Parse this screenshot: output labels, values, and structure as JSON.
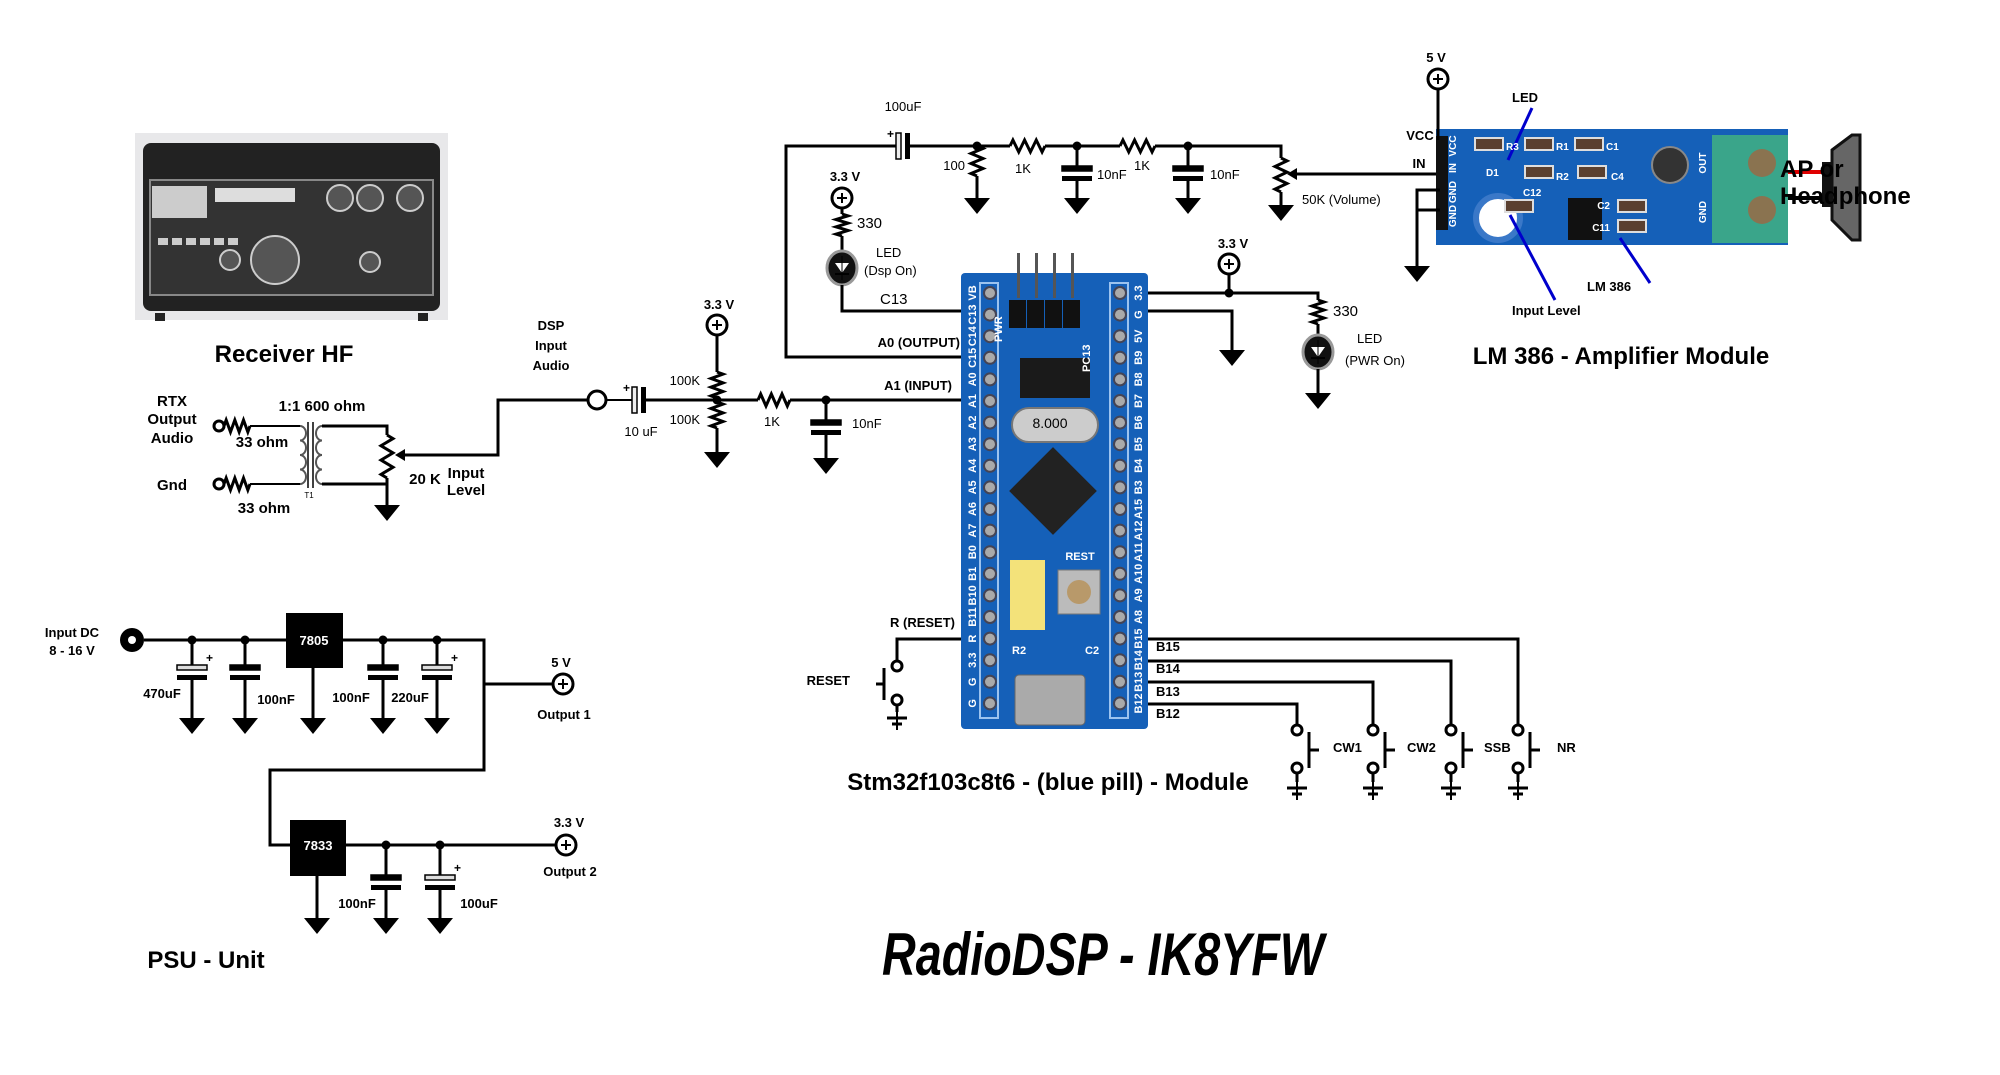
{
  "title": "RadioDSP  -  IK8YFW",
  "receiver": {
    "title": "Receiver HF",
    "rtx_label": [
      "RTX",
      "Output",
      "Audio"
    ],
    "gnd_label": "Gnd",
    "transformer": "1:1 600 ohm",
    "transformer_ref": "T1",
    "res_top": "33 ohm",
    "res_bottom": "33 ohm",
    "pot": "20 K",
    "pot_label": [
      "Input",
      "Level"
    ]
  },
  "input_stage": {
    "dsp_label": [
      "DSP",
      "Input",
      "Audio"
    ],
    "cap": "10 uF",
    "supply": "3.3 V",
    "r_top": "100K",
    "r_bottom": "100K",
    "r_series": "1K",
    "cap_filter": "10nF",
    "a1_label": "A1 (INPUT)"
  },
  "output_stage": {
    "cap": "100uF",
    "r_load": "100",
    "r1": "1K",
    "c1": "10nF",
    "r2": "1K",
    "c2": "10nF",
    "pot": "50K (Volume)",
    "a0_label": "A0 (OUTPUT)"
  },
  "led_dsp": {
    "supply": "3.3 V",
    "resistor": "330",
    "label": [
      "LED",
      "(Dsp On)"
    ],
    "pin": "C13"
  },
  "led_pwr": {
    "supply": "3.3 V",
    "resistor": "330",
    "label": [
      "LED",
      "(PWR On)"
    ]
  },
  "bluepill": {
    "title": "Stm32f103c8t6 - (blue pill) - Module",
    "left_pins": [
      "VB",
      "C13",
      "C14",
      "C15",
      "A0",
      "A1",
      "A2",
      "A3",
      "A4",
      "A5",
      "A6",
      "A7",
      "B0",
      "B1",
      "B10",
      "B11",
      "R",
      "3.3",
      "G",
      "G"
    ],
    "right_pins": [
      "3.3",
      "G",
      "5V",
      "B9",
      "B8",
      "B7",
      "B6",
      "B5",
      "B4",
      "B3",
      "A15",
      "A12",
      "A11",
      "A10",
      "A9",
      "A8",
      "B15",
      "B14",
      "B13",
      "B12"
    ],
    "silk": {
      "pwr": "PWR",
      "pc13": "PC13",
      "rest": "REST",
      "r2": "R2",
      "c2": "C2",
      "crystal": "8.000"
    },
    "reset_pin_label": "R (RESET)",
    "reset_button": "RESET"
  },
  "buttons": [
    {
      "pin": "B15",
      "label": "NR"
    },
    {
      "pin": "B14",
      "label": "SSB"
    },
    {
      "pin": "B13",
      "label": "CW2"
    },
    {
      "pin": "B12",
      "label": "CW1"
    }
  ],
  "amp": {
    "title": "LM 386 - Amplifier Module",
    "supply": "5 V",
    "vcc": "VCC",
    "in": "IN",
    "led": "LED",
    "chip": "LM 386",
    "input_level": "Input Level",
    "speaker": [
      "AP or",
      "Headphone"
    ],
    "silk": [
      "VCC",
      "IN",
      "GND",
      "GND",
      "R3",
      "R1",
      "C1",
      "D1",
      "R2",
      "C4",
      "C12",
      "C2",
      "C11",
      "OUT",
      "GND"
    ]
  },
  "psu": {
    "title": "PSU - Unit",
    "input": [
      "Input  DC",
      "8 - 16 V"
    ],
    "reg1": "7805",
    "reg2": "7833",
    "c_in1": "470uF",
    "c_in2": "100nF",
    "c_out1": "100nF",
    "c_out2": "220uF",
    "out1_v": "5 V",
    "out1": "Output 1",
    "c_out3": "100nF",
    "c_out4": "100uF",
    "out2_v": "3.3 V",
    "out2": "Output 2"
  },
  "colors": {
    "pcb_blue": "#1560b8",
    "terminal_green": "#3aa58a",
    "pointer_blue": "#0000cc",
    "wire": "#000000",
    "speaker_red": "#e00000"
  }
}
